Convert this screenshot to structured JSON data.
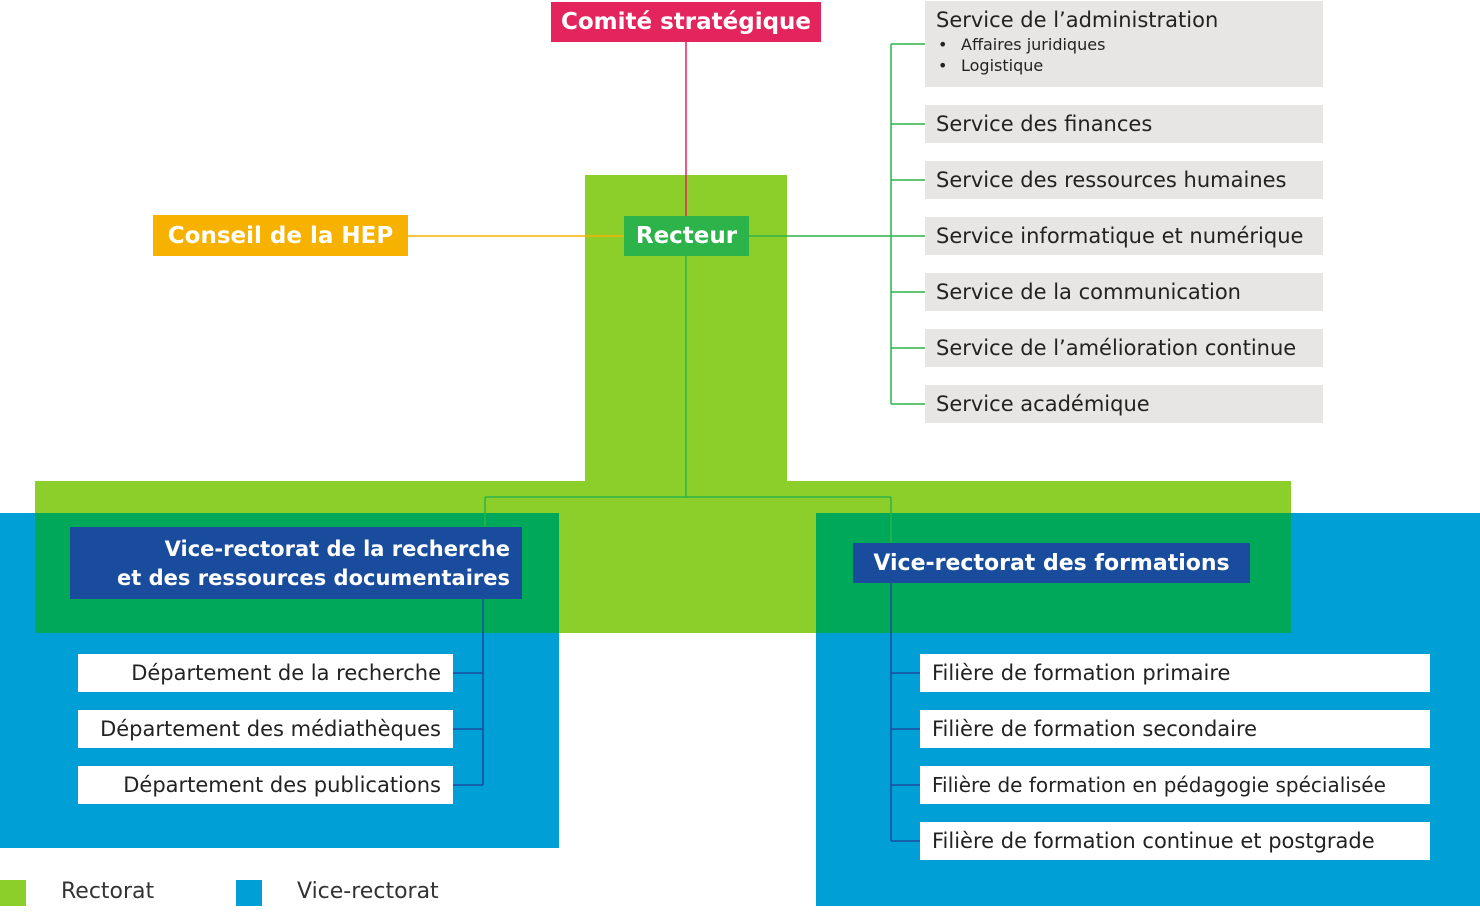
{
  "colors": {
    "rectorat": "#8dcf2a",
    "vice_rectorat": "#009fd6",
    "overlap": "#00a859",
    "comite": "#e4245d",
    "conseil": "#f7b200",
    "recteur": "#2cb34a",
    "vice_label": "#1a4c9d",
    "service_bg": "#e8e6e4"
  },
  "comite": {
    "label": "Comité stratégique"
  },
  "conseil": {
    "label": "Conseil de la HEP"
  },
  "recteur": {
    "label": "Recteur"
  },
  "services": {
    "administration": {
      "label": "Service de l’administration",
      "items": [
        "Affaires juridiques",
        "Logistique"
      ]
    },
    "finances": "Service des finances",
    "rh": "Service des ressources humaines",
    "informatique": "Service informatique et numérique",
    "communication": "Service de la communication",
    "amelioration": "Service de l’amélioration continue",
    "academique": "Service académique"
  },
  "vr_recherche": {
    "label_line1": "Vice-rectorat de la recherche",
    "label_line2": "et des ressources documentaires",
    "departments": [
      "Département de la recherche",
      "Département des médiathèques",
      "Département des publications"
    ]
  },
  "vr_formations": {
    "label": "Vice-rectorat des formations",
    "filieres": [
      "Filière de formation primaire",
      "Filière de formation secondaire",
      "Filière de formation en pédagogie spécialisée",
      "Filière de formation continue et postgrade"
    ]
  },
  "legend": {
    "rectorat": "Rectorat",
    "vice_rectorat": "Vice-rectorat"
  }
}
